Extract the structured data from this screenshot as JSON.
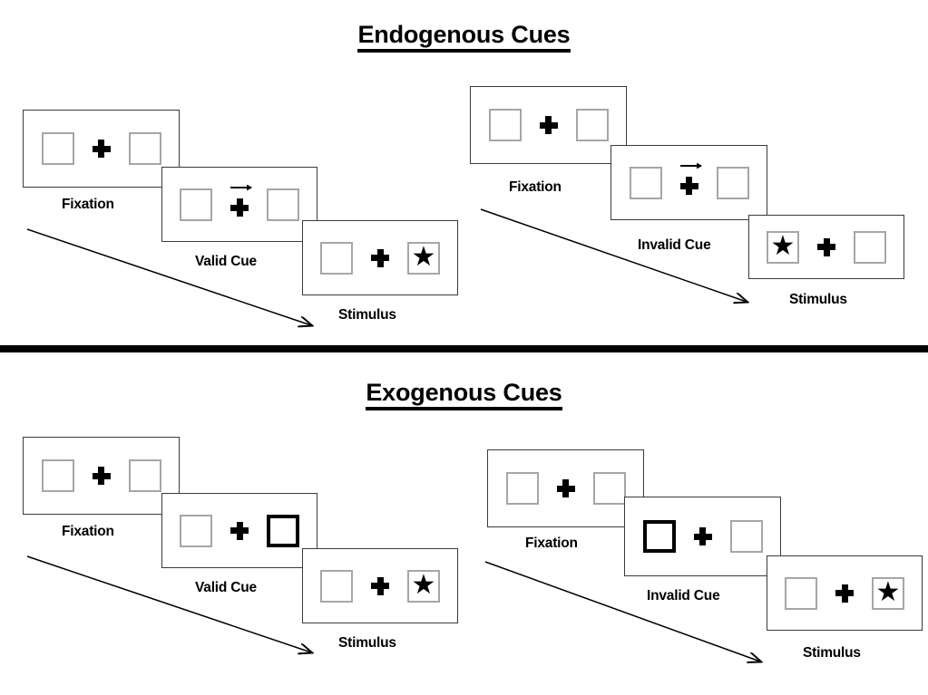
{
  "sections": [
    {
      "id": "endogenous",
      "title": "Endogenous Cues",
      "columns": [
        {
          "id": "endogenous-valid",
          "trial_type": "valid",
          "panels": [
            {
              "label": "Fixation",
              "left_box": "empty",
              "right_box": "empty",
              "cue": "none",
              "center": "fixation-cross"
            },
            {
              "label": "Valid Cue",
              "left_box": "empty",
              "right_box": "empty",
              "cue": "arrow-right",
              "center": "fixation-cross"
            },
            {
              "label": "Stimulus",
              "left_box": "empty",
              "right_box": "star",
              "cue": "none",
              "center": "fixation-cross"
            }
          ]
        },
        {
          "id": "endogenous-invalid",
          "trial_type": "invalid",
          "panels": [
            {
              "label": "Fixation",
              "left_box": "empty",
              "right_box": "empty",
              "cue": "none",
              "center": "fixation-cross"
            },
            {
              "label": "Invalid Cue",
              "left_box": "empty",
              "right_box": "empty",
              "cue": "arrow-right",
              "center": "fixation-cross"
            },
            {
              "label": "Stimulus",
              "left_box": "star",
              "right_box": "empty",
              "cue": "none",
              "center": "fixation-cross"
            }
          ]
        }
      ]
    },
    {
      "id": "exogenous",
      "title": "Exogenous Cues",
      "columns": [
        {
          "id": "exogenous-valid",
          "trial_type": "valid",
          "panels": [
            {
              "label": "Fixation",
              "left_box": "empty",
              "right_box": "empty",
              "cue": "none",
              "center": "fixation-cross"
            },
            {
              "label": "Valid Cue",
              "left_box": "empty",
              "right_box": "highlighted",
              "cue": "box-flash-right",
              "center": "fixation-cross"
            },
            {
              "label": "Stimulus",
              "left_box": "empty",
              "right_box": "star",
              "cue": "none",
              "center": "fixation-cross"
            }
          ]
        },
        {
          "id": "exogenous-invalid",
          "trial_type": "invalid",
          "panels": [
            {
              "label": "Fixation",
              "left_box": "empty",
              "right_box": "empty",
              "cue": "none",
              "center": "fixation-cross"
            },
            {
              "label": "Invalid Cue",
              "left_box": "highlighted",
              "right_box": "empty",
              "cue": "box-flash-left",
              "center": "fixation-cross"
            },
            {
              "label": "Stimulus",
              "left_box": "empty",
              "right_box": "star",
              "cue": "none",
              "center": "fixation-cross"
            }
          ]
        }
      ]
    }
  ],
  "glyphs": {
    "star": "★"
  },
  "colors": {
    "box_border": "#a6a6a6",
    "cue_border": "#000000",
    "panel_border": "#3a3a3a",
    "text": "#000000",
    "divider": "#000000",
    "background": "#ffffff"
  }
}
